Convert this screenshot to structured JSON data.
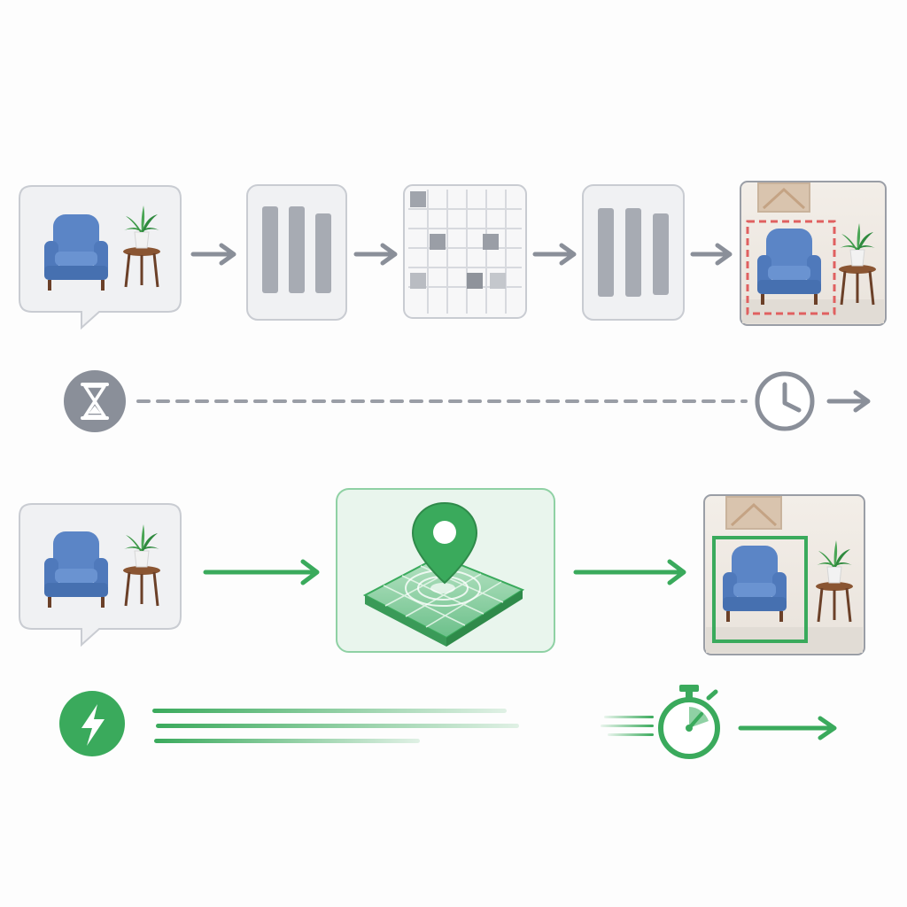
{
  "colors": {
    "slow_gray": "#8a8f99",
    "bar_gray": "#a7abb3",
    "panel_bg": "#f0f1f3",
    "panel_border": "#c9ccd2",
    "fast_green": "#3aaa5c",
    "green_light": "#8fd1a4",
    "green_panel_bg": "#e9f5ed",
    "chair_blue": "#5b85c6",
    "chair_dark": "#4670b0",
    "wood": "#7a4b2c",
    "dashed_red": "#e06060"
  },
  "slow_pipeline": {
    "input": "chat-bubble-with-chair-and-plant",
    "stages": [
      "encoder-bars-icon",
      "attention-grid-icon",
      "decoder-bars-icon"
    ],
    "output": "room-photo-with-red-dashed-box",
    "timeline_start_icon": "hourglass-icon",
    "timeline_end_icon": "clock-icon"
  },
  "fast_pipeline": {
    "input": "chat-bubble-with-chair-and-plant",
    "stage": "location-pin-on-map-grid-icon",
    "output": "room-photo-with-green-box",
    "timeline_start_icon": "lightning-bolt-icon",
    "timeline_end_icon": "stopwatch-icon"
  }
}
